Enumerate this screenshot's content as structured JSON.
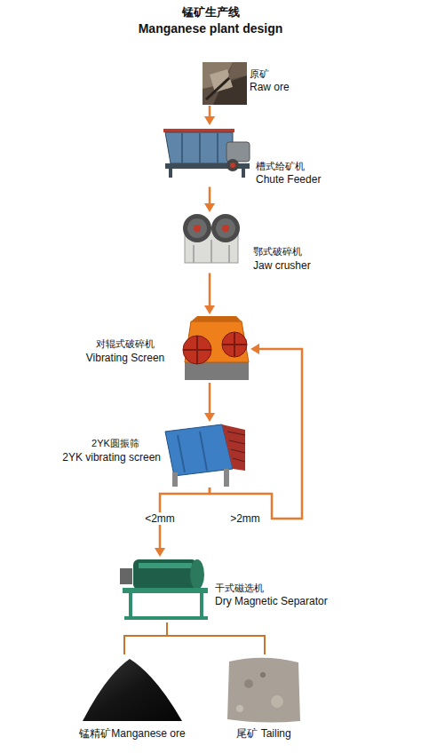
{
  "diagram": {
    "title": "锰矿生产线",
    "nodes": [
      {
        "text": [
          "原矿",
          "Raw ore"
        ]
      },
      {
        "text": [
          "槽式给矿机",
          "Chute Feeder"
        ]
      },
      {
        "text": [
          "鄂式破碎机",
          "Jaw crusher"
        ]
      },
      {
        "text": [
          "对辊式破碎机",
          "Vibrating Screen"
        ]
      },
      {
        "text": [
          "2YK圆振筛",
          "2YK vibrating screen"
        ]
      },
      {
        "text": [
          "干式磁选机",
          "Dry Magnetic Separator"
        ]
      },
      {
        "text": [
          "锰精矿Manganese ore"
        ]
      },
      {
        "text": [
          "尾矿 Tailing"
        ]
      }
    ],
    "edges": [
      {
        "from": 0,
        "to": 1,
        "arrow": "to"
      },
      {
        "from": 1,
        "to": 2,
        "arrow": "to"
      },
      {
        "from": 2,
        "to": 3,
        "arrow": "to"
      },
      {
        "from": 3,
        "to": 4,
        "arrow": "to"
      },
      {
        "from": 4,
        "to": 5,
        "label": "<2mm",
        "arrow": "to"
      },
      {
        "from": 4,
        "to": 3,
        "label": ">2mm",
        "arrow": "to"
      },
      {
        "from": 5,
        "to": 6,
        "arrow": "none"
      },
      {
        "from": 5,
        "to": 7,
        "arrow": "none"
      }
    ],
    "labels": [
      "Manganese plant design"
    ]
  }
}
